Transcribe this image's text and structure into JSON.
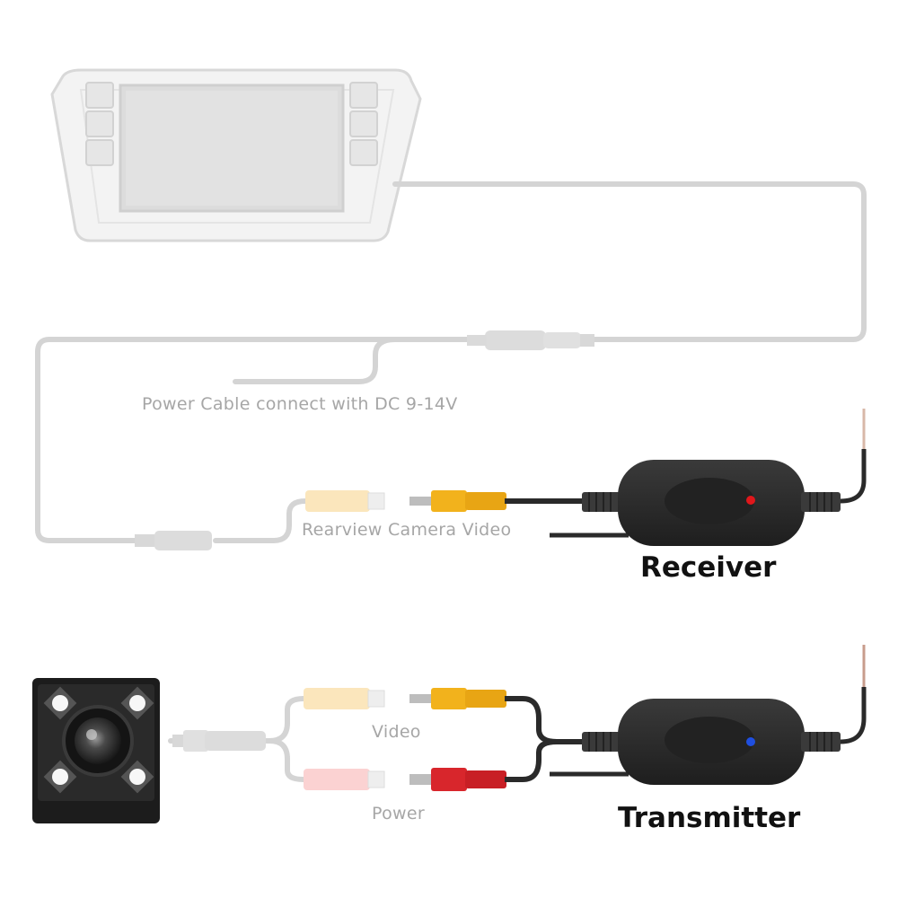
{
  "labels": {
    "power_cable": "Power Cable connect with DC 9-14V",
    "rearview_video": "Rearview Camera Video",
    "receiver": "Receiver",
    "video": "Video",
    "power": "Power",
    "transmitter": "Transmitter"
  },
  "colors": {
    "faint_cable": "#d2d2d2",
    "dark_cable": "#2a2a2a",
    "module_body": "#2b2b2b",
    "rca_yellow": "#f2b21c",
    "rca_red": "#d8262c",
    "receiver_led": "#e0171b",
    "transmitter_led": "#1f4fe0"
  },
  "icons": {
    "monitor": "car-monitor-icon",
    "camera": "backup-camera-icon"
  }
}
